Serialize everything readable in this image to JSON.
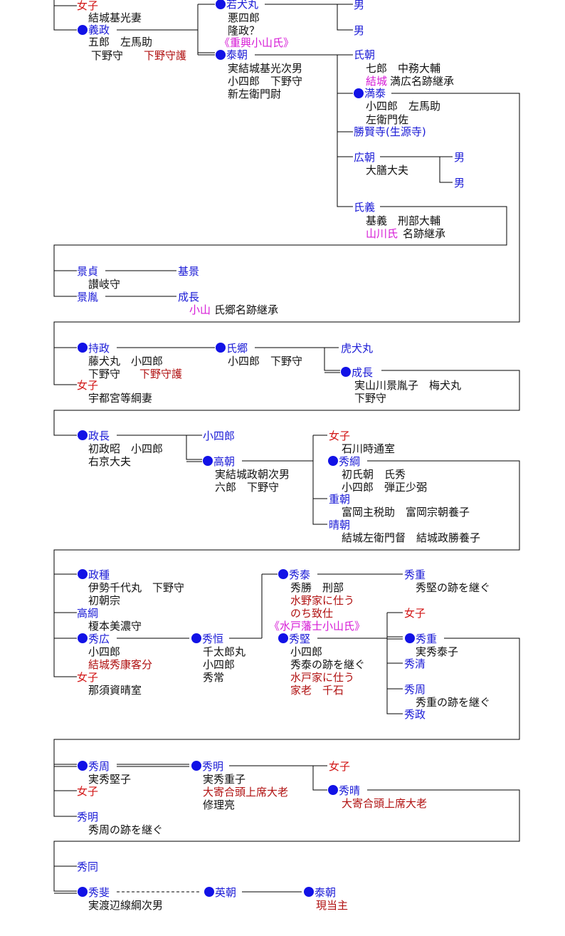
{
  "colors": {
    "name": "#1a1ad6",
    "female": "#d21414",
    "note": "#111111",
    "red_note": "#b01010",
    "pink_note": "#d61ad6",
    "dot": "#1212e6"
  },
  "people": {
    "joshi1": {
      "name": "女子",
      "notes": [
        "結城基光妻"
      ]
    },
    "yoshimasa": {
      "name": "義政",
      "notes": [
        "五郎　左馬助",
        "下野守",
        "下野守護"
      ]
    },
    "wakainumaru": {
      "name": "若犬丸",
      "notes": [
        "悪四郎",
        "隆政？",
        "《重興小山氏》"
      ]
    },
    "otoko_a": {
      "name": "男"
    },
    "otoko_b": {
      "name": "男"
    },
    "yasutomo": {
      "name": "泰朝",
      "notes": [
        "実結城基光次男",
        "小四郎　下野守",
        "新左衛門尉"
      ]
    },
    "ujitomo": {
      "name": "氏朝",
      "notes": [
        "七郎　中務大輔",
        "結城",
        "満広名跡継承"
      ]
    },
    "mitsuyasu": {
      "name": "満泰",
      "notes": [
        "小四郎　左馬助",
        "左衛門佐"
      ]
    },
    "shokenji": {
      "name": "勝賢寺(生源寺)"
    },
    "hirotomo": {
      "name": "広朝",
      "notes": [
        "大膳大夫"
      ]
    },
    "otoko_c": {
      "name": "男"
    },
    "otoko_d": {
      "name": "男"
    },
    "ujiyoshi": {
      "name": "氏義",
      "notes": [
        "基義　刑部大輔",
        "山川氏",
        "名跡継承"
      ]
    },
    "kagesada": {
      "name": "景貞",
      "notes": [
        "讃岐守"
      ]
    },
    "motokage": {
      "name": "基景"
    },
    "kageyori": {
      "name": "景胤"
    },
    "shigenaga1": {
      "name": "成長",
      "notes": [
        "小山",
        "氏郷名跡継承"
      ]
    },
    "mochimasa": {
      "name": "持政",
      "notes": [
        "藤犬丸　小四郎",
        "下野守",
        "下野守護"
      ]
    },
    "ujisato": {
      "name": "氏郷",
      "notes": [
        "小四郎　下野守"
      ]
    },
    "torainumaru": {
      "name": "虎犬丸"
    },
    "shigenaga2": {
      "name": "成長",
      "notes": [
        "実山川景胤子　梅犬丸",
        "下野守"
      ]
    },
    "joshi2": {
      "name": "女子",
      "notes": [
        "宇都宮等綱妻"
      ]
    },
    "masanaga": {
      "name": "政長",
      "notes": [
        "初政昭　小四郎",
        "右京大夫"
      ]
    },
    "koshiro": {
      "name": "小四郎"
    },
    "takatomo": {
      "name": "高朝",
      "notes": [
        "実結城政朝次男",
        "六郎　下野守"
      ]
    },
    "joshi3": {
      "name": "女子",
      "notes": [
        "石川時通室"
      ]
    },
    "hidetsuna": {
      "name": "秀綱",
      "notes": [
        "初氏朝　氏秀",
        "小四郎　弾正少弼"
      ]
    },
    "shigetomo": {
      "name": "重朝",
      "notes": [
        "富岡主税助　富岡宗朝養子"
      ]
    },
    "harutomo": {
      "name": "晴朝",
      "notes": [
        "結城左衛門督　結城政勝養子"
      ]
    },
    "masatane": {
      "name": "政種",
      "notes": [
        "伊勢千代丸　下野守",
        "初朝宗"
      ]
    },
    "takatsuna": {
      "name": "高綱",
      "notes": [
        "榎本美濃守"
      ]
    },
    "hidehiro": {
      "name": "秀広",
      "notes": [
        "小四郎",
        "結城秀康客分"
      ]
    },
    "joshi4": {
      "name": "女子",
      "notes": [
        "那須資晴室"
      ]
    },
    "hidetsune": {
      "name": "秀恒",
      "notes": [
        "千太郎丸",
        "小四郎",
        "秀常"
      ]
    },
    "hideyasu": {
      "name": "秀泰",
      "notes": [
        "秀勝　刑部",
        "水野家に仕う",
        "のち致仕",
        "《水戸藩士小山氏》"
      ]
    },
    "hideshige1": {
      "name": "秀重",
      "notes": [
        "秀堅の跡を継ぐ"
      ]
    },
    "hidekata": {
      "name": "秀堅",
      "notes": [
        "小四郎",
        "秀泰の跡を継ぐ",
        "水戸家に仕う",
        "家老　千石"
      ]
    },
    "joshi5": {
      "name": "女子"
    },
    "hideshige2": {
      "name": "秀重",
      "notes": [
        "実秀泰子"
      ]
    },
    "hidekiyo": {
      "name": "秀清"
    },
    "hidechika1": {
      "name": "秀周",
      "notes": [
        "秀重の跡を継ぐ"
      ]
    },
    "hidemasa": {
      "name": "秀政"
    },
    "hidechika2": {
      "name": "秀周",
      "notes": [
        "実秀堅子"
      ]
    },
    "joshi6": {
      "name": "女子"
    },
    "hideaki1": {
      "name": "秀明",
      "notes": [
        "秀周の跡を継ぐ"
      ]
    },
    "hideaki2": {
      "name": "秀明",
      "notes": [
        "実秀重子",
        "大寄合頭上席大老",
        "修理亮"
      ]
    },
    "joshi7": {
      "name": "女子"
    },
    "hideharu": {
      "name": "秀晴",
      "notes": [
        "大寄合頭上席大老"
      ]
    },
    "hidedo": {
      "name": "秀同"
    },
    "hidehi": {
      "name": "秀斐",
      "notes": [
        "実渡辺線綱次男"
      ]
    },
    "eicho": {
      "name": "英朝"
    },
    "yasutomo2": {
      "name": "泰朝",
      "notes": [
        "現当主"
      ]
    }
  }
}
